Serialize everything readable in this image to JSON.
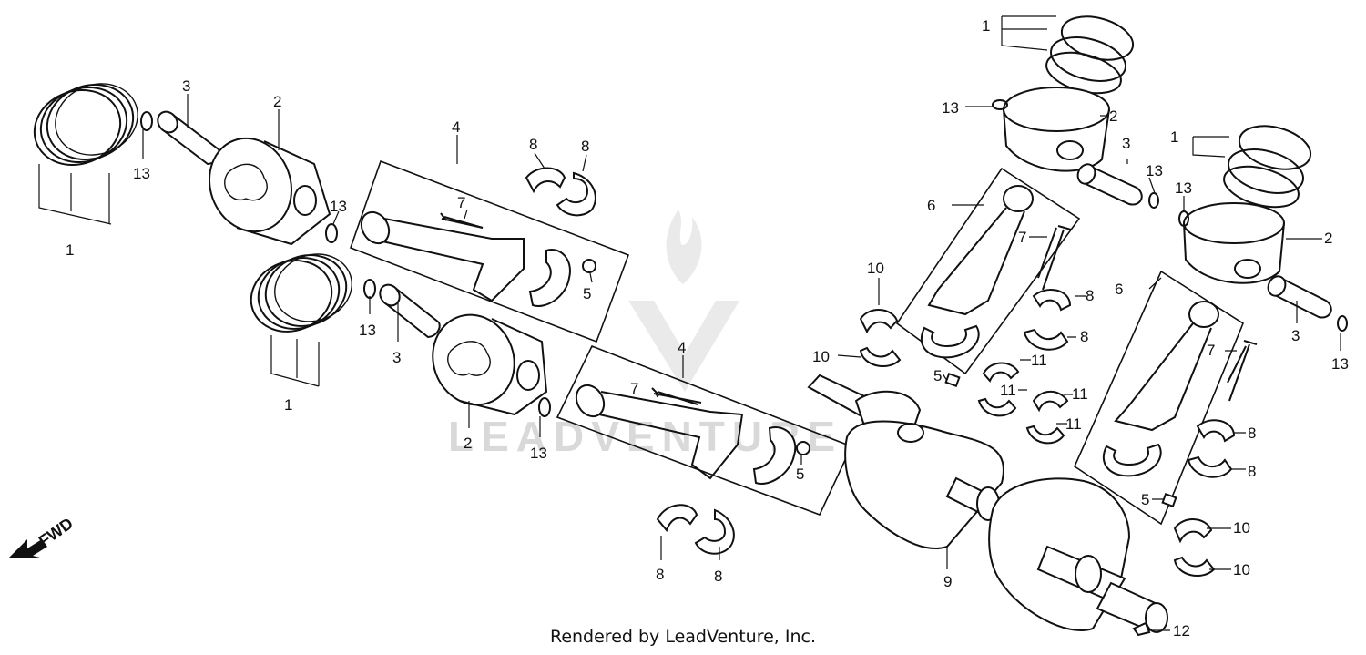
{
  "footer": {
    "text": "Rendered by LeadVenture, Inc."
  },
  "watermark": {
    "text": "LEADVENTURE",
    "color": "#d9d9d9"
  },
  "fwd": {
    "label": "FWD"
  },
  "callouts": {
    "c1a": "1",
    "c1b": "1",
    "c1c": "1",
    "c1d": "1",
    "c2a": "2",
    "c2b": "2",
    "c2c": "2",
    "c2d": "2",
    "c3a": "3",
    "c3b": "3",
    "c3c": "3",
    "c3d": "3",
    "c4a": "4",
    "c4b": "4",
    "c5a": "5",
    "c5b": "5",
    "c5c": "5",
    "c5d": "5",
    "c6a": "6",
    "c6b": "6",
    "c7a": "7",
    "c7b": "7",
    "c7c": "7",
    "c7d": "7",
    "c8a": "8",
    "c8b": "8",
    "c8c": "8",
    "c8d": "8",
    "c8e": "8",
    "c8f": "8",
    "c8g": "8",
    "c8h": "8",
    "c9": "9",
    "c10a": "10",
    "c10b": "10",
    "c10c": "10",
    "c10d": "10",
    "c11a": "11",
    "c11b": "11",
    "c11c": "11",
    "c11d": "11",
    "c12": "12",
    "c13a": "13",
    "c13b": "13",
    "c13c": "13",
    "c13d": "13",
    "c13e": "13",
    "c13f": "13",
    "c13g": "13",
    "c13h": "13"
  }
}
